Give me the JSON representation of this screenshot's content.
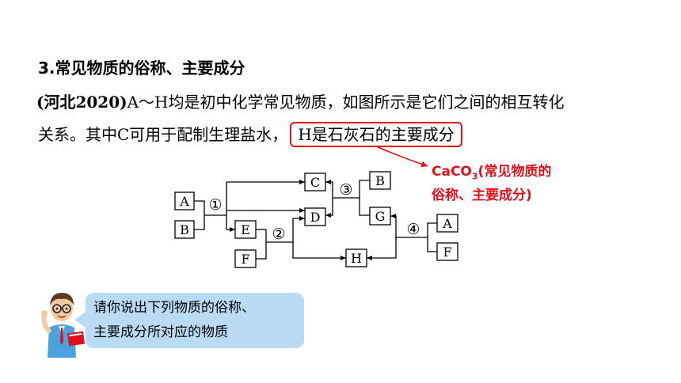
{
  "heading": "3.常见物质的俗称、主要成分",
  "para": {
    "source": "(河北2020)",
    "line1_rest": "A～H均是初中化学常见物质，如图所示是它们之间的相互转化",
    "line2_lead": "关系。其中C可用于配制生理盐水，",
    "highlight": "H是石灰石的主要成分"
  },
  "annotation": {
    "formula_main": "CaCO",
    "formula_sub": "3",
    "line1_rest": "(常见物质的",
    "line2": "俗称、主要成分)"
  },
  "diagram": {
    "boxes": {
      "A_left": "A",
      "B_left": "B",
      "C": "C",
      "D": "D",
      "E": "E",
      "F_left": "F",
      "H": "H",
      "B_top": "B",
      "G": "G",
      "A_right": "A",
      "F_right": "F"
    },
    "reactions": {
      "r1": "①",
      "r2": "②",
      "r3": "③",
      "r4": "④"
    }
  },
  "speech": {
    "line1": "请你说出下列物质的俗称、",
    "line2": "主要成分所对应的物质"
  },
  "colors": {
    "accent": "#e0111b",
    "bubble": "#b9dcf4"
  }
}
